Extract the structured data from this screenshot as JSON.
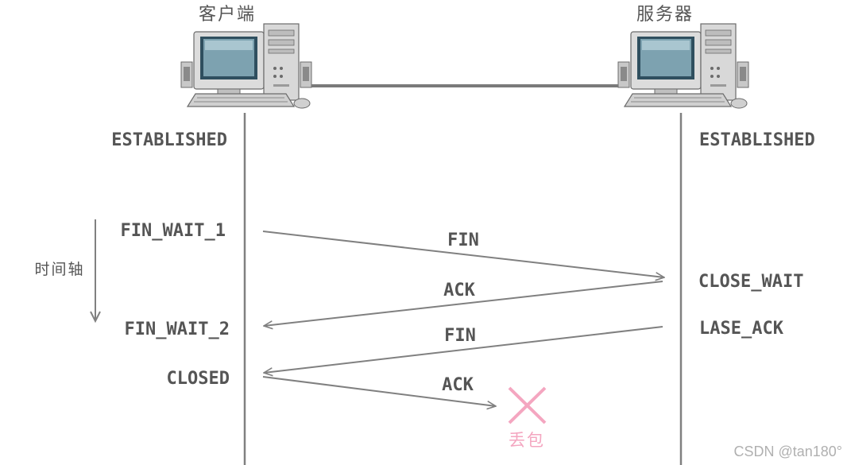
{
  "client": {
    "title": "客户端",
    "state_established": "ESTABLISHED",
    "state_fin_wait_1": "FIN_WAIT_1",
    "state_fin_wait_2": "FIN_WAIT_2",
    "state_closed": "CLOSED"
  },
  "server": {
    "title": "服务器",
    "state_established": "ESTABLISHED",
    "state_close_wait": "CLOSE_WAIT",
    "state_last_ack": "LASE_ACK"
  },
  "timeline": {
    "label": "时间轴"
  },
  "messages": [
    {
      "label": "FIN"
    },
    {
      "label": "ACK"
    },
    {
      "label": "FIN"
    },
    {
      "label": "ACK"
    }
  ],
  "packet_loss": {
    "label": "丢包"
  },
  "watermark": "CSDN @tan180°",
  "colors": {
    "line": "#808080",
    "text": "#555555",
    "loss": "#f4a6c0",
    "watermark": "#b0b0b0"
  }
}
